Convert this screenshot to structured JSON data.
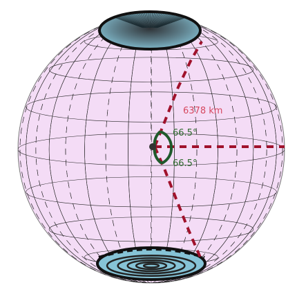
{
  "diagram": {
    "radius_label": "6378 km",
    "angle_upper_label": "66.5°",
    "angle_lower_label": "66.5°",
    "colors": {
      "sphere_fill": "#f4dcf6",
      "sphere_edge": "#a9a9a9",
      "grid_line": "#222222",
      "polar_cap_fill": "#86c3d6",
      "polar_cap_edge": "#111111",
      "radius_line": "#a0122c",
      "radius_label": "#d6485f",
      "angle_arc": "#1f5a2b",
      "angle_label": "#2f6b2f",
      "center_dot": "#333333"
    }
  }
}
